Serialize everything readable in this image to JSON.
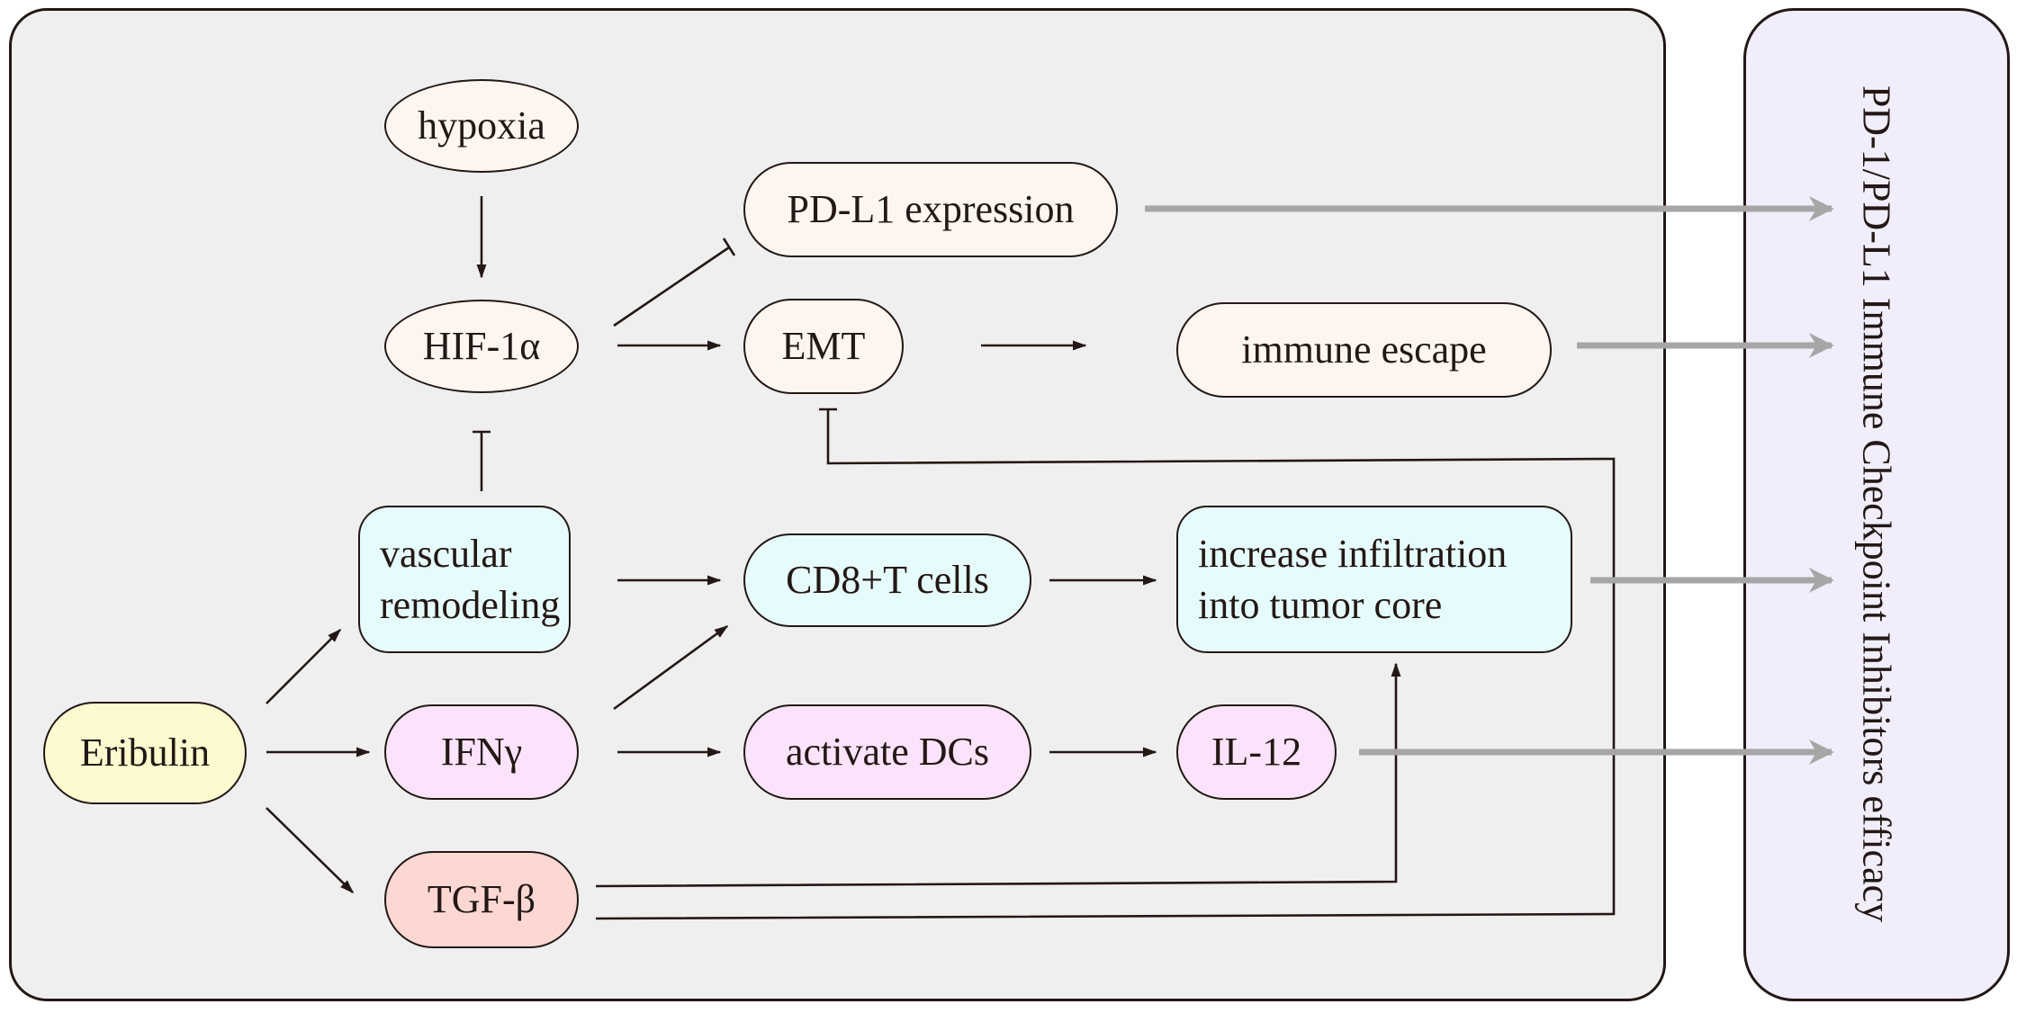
{
  "side_panel": {
    "label": "PD-1/PD-L1 Immune Checkpoint Inhibitors efficacy"
  },
  "nodes": {
    "hypoxia": "hypoxia",
    "hif1a": "HIF-1α",
    "pdl1": "PD-L1 expression",
    "emt": "EMT",
    "immune_escape": "immune escape",
    "vascular_line1": "vascular",
    "vascular_line2": "remodeling",
    "cd8": "CD8+T cells",
    "infiltration_line1": "increase infiltration",
    "infiltration_line2": "into tumor core",
    "eribulin": "Eribulin",
    "ifng": "IFNγ",
    "activate_dcs": "activate DCs",
    "il12": "IL-12",
    "tgfb": "TGF-β"
  },
  "colors": {
    "line": "#231815",
    "efficacy_arrow": "#a6a6a6",
    "main_panel_bg": "#efefef",
    "side_panel_bg": "#f1edfb",
    "peach": "#fdf5ef",
    "cyan": "#e6fbfb",
    "pink": "#fbe3fb",
    "yellow": "#fdfad0",
    "salmon": "#fdd8d2"
  }
}
